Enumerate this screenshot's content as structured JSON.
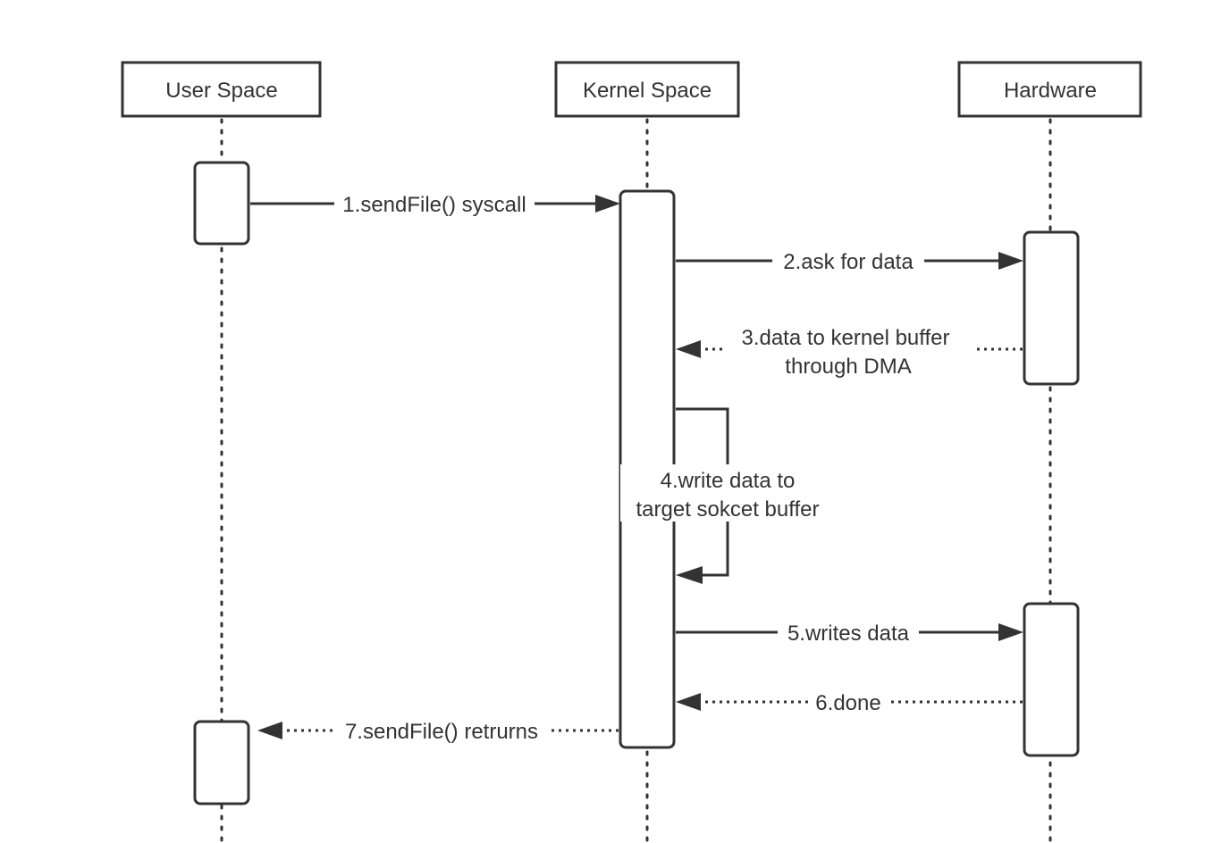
{
  "diagram": {
    "type": "sequence",
    "participants": [
      {
        "id": "user",
        "label": "User Space"
      },
      {
        "id": "kernel",
        "label": "Kernel Space"
      },
      {
        "id": "hardware",
        "label": "Hardware"
      }
    ],
    "messages": [
      {
        "step": 1,
        "from": "user",
        "to": "kernel",
        "style": "solid",
        "lines": [
          "1.sendFile() syscall"
        ]
      },
      {
        "step": 2,
        "from": "kernel",
        "to": "hardware",
        "style": "solid",
        "lines": [
          "2.ask for data"
        ]
      },
      {
        "step": 3,
        "from": "hardware",
        "to": "kernel",
        "style": "dotted",
        "lines": [
          "3.data to kernel buffer",
          "through DMA"
        ]
      },
      {
        "step": 4,
        "from": "kernel",
        "to": "kernel",
        "style": "solid",
        "lines": [
          "4.write data to",
          "target sokcet buffer"
        ]
      },
      {
        "step": 5,
        "from": "kernel",
        "to": "hardware",
        "style": "solid",
        "lines": [
          "5.writes data"
        ]
      },
      {
        "step": 6,
        "from": "hardware",
        "to": "kernel",
        "style": "dotted",
        "lines": [
          "6.done"
        ]
      },
      {
        "step": 7,
        "from": "kernel",
        "to": "user",
        "style": "dotted",
        "lines": [
          "7.sendFile() retrurns"
        ]
      }
    ]
  }
}
